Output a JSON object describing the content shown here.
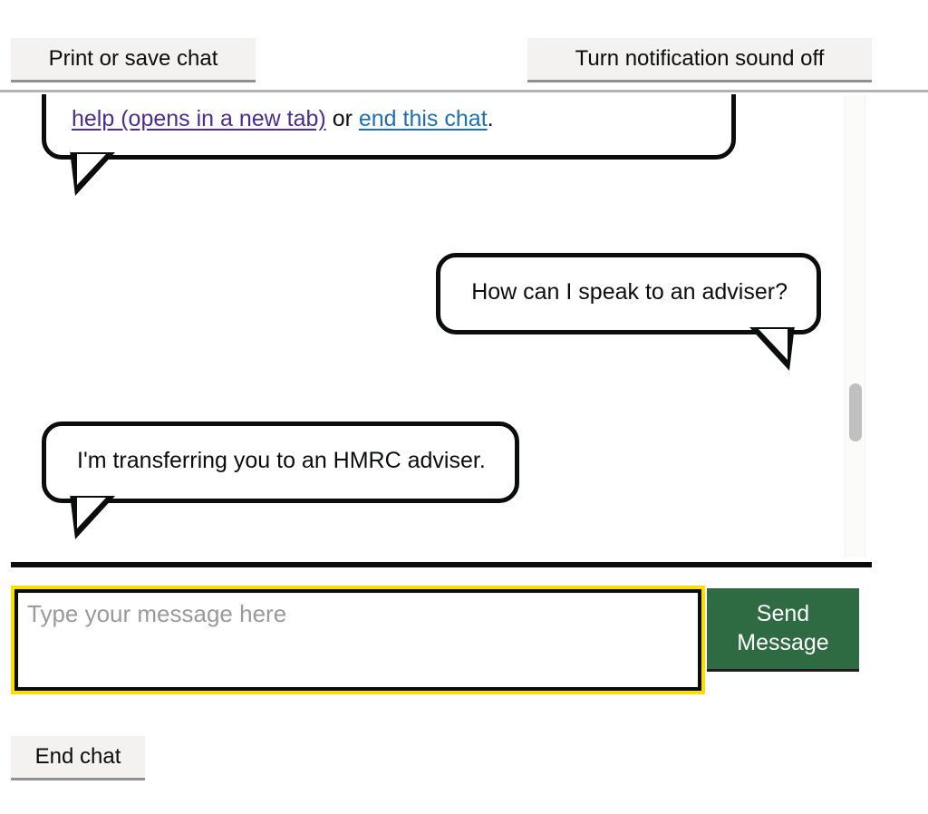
{
  "toolbar": {
    "print_label": "Print or save chat",
    "sound_label": "Turn notification sound off"
  },
  "transcript": {
    "messages": [
      {
        "role": "agent",
        "clipped": true,
        "text_prefix": "",
        "link_help": "help (opens in a new tab)",
        "conjunction": " or ",
        "link_end": "end this chat",
        "suffix": "."
      },
      {
        "role": "user",
        "text": "How can I speak to an adviser?"
      },
      {
        "role": "agent",
        "text": "I'm transferring you to an HMRC adviser."
      }
    ]
  },
  "composer": {
    "placeholder": "Type your message here",
    "value": "",
    "send_label_line1": "Send",
    "send_label_line2": "Message"
  },
  "footer": {
    "end_chat_label": "End chat"
  },
  "colors": {
    "button_grey": "#f3f2f1",
    "button_grey_border": "#929191",
    "send_green": "#2e6b42",
    "focus_yellow": "#ffdd00",
    "link_visited": "#4c2c92",
    "link_normal": "#1d70b8",
    "bubble_border": "#0b0c0c",
    "text": "#0b0c0c",
    "placeholder": "#9a9a9a",
    "scrollbar_thumb": "#c0c0c0"
  }
}
